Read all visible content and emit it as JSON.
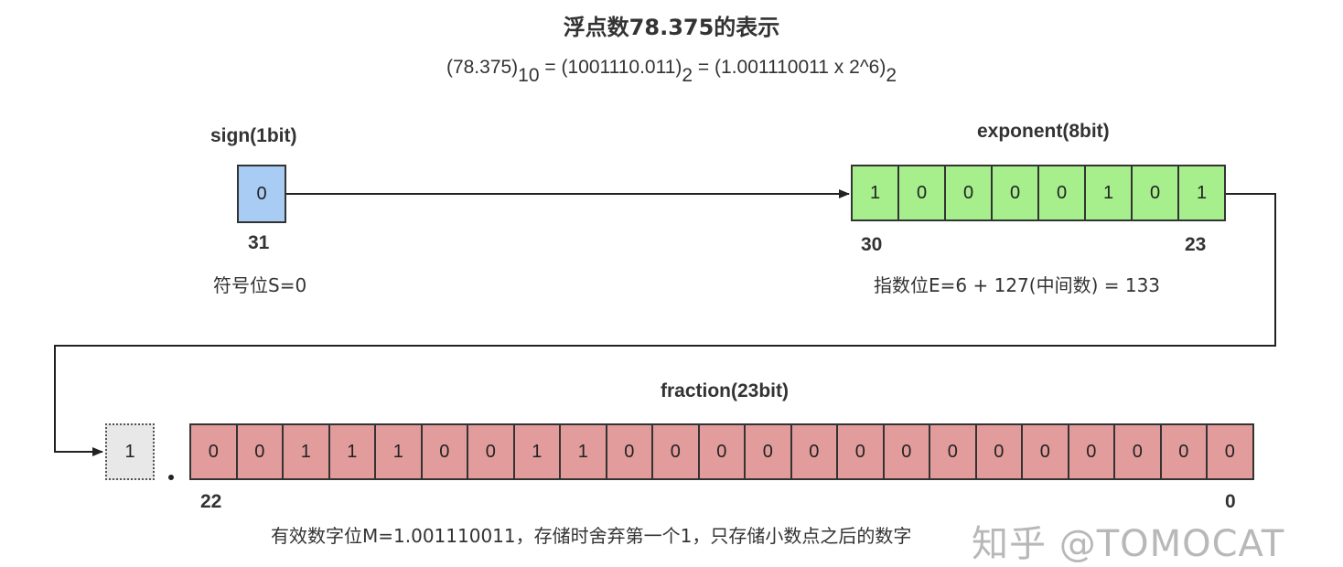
{
  "title": "浮点数78.375的表示",
  "formula": {
    "part1": "(78.375)",
    "sub1": "10",
    "part2": " = (1001110.011)",
    "sub2": "2",
    "part3": " = (1.001110011 x 2^6)",
    "sub3": "2"
  },
  "sign": {
    "label": "sign(1bit)",
    "bits": [
      "0"
    ],
    "index": "31",
    "caption": "符号位S=0",
    "color": "#a8ccf4"
  },
  "exponent": {
    "label": "exponent(8bit)",
    "bits": [
      "1",
      "0",
      "0",
      "0",
      "0",
      "1",
      "0",
      "1"
    ],
    "index_left": "30",
    "index_right": "23",
    "caption": "指数位E=6 + 127(中间数) = 133",
    "color": "#a6ef8c"
  },
  "fraction": {
    "label": "fraction(23bit)",
    "hidden_bit": "1",
    "bits": [
      "0",
      "0",
      "1",
      "1",
      "1",
      "0",
      "0",
      "1",
      "1",
      "0",
      "0",
      "0",
      "0",
      "0",
      "0",
      "0",
      "0",
      "0",
      "0",
      "0",
      "0",
      "0",
      "0"
    ],
    "index_left": "22",
    "index_right": "0",
    "caption": "有效数字位M=1.001110011，存储时舍弃第一个1，只存储小数点之后的数字",
    "color": "#e39c9c"
  },
  "watermark": "知乎 @TOMOCAT"
}
